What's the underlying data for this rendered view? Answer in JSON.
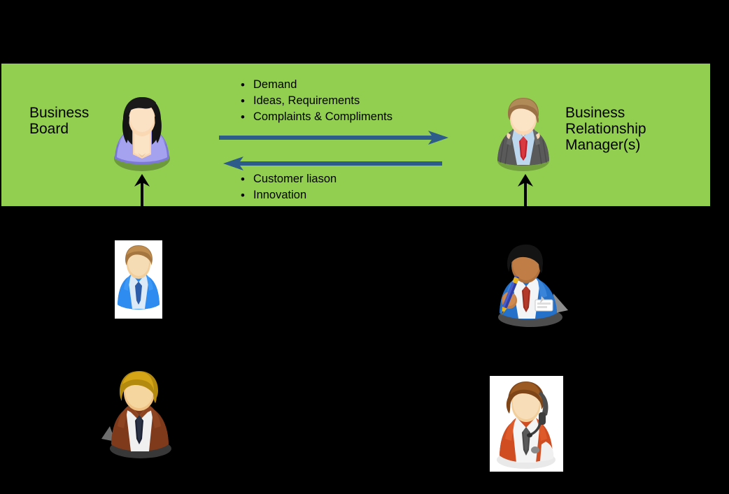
{
  "page": {
    "background_color": "#000000",
    "band_color": "#92CE4F",
    "arrow_blue_color": "#2E5C8A",
    "arrow_black_color": "#000000"
  },
  "band": {
    "left_role": {
      "label": "Business\nBoard",
      "avatar_icon": "woman-avatar-icon"
    },
    "right_role": {
      "label": "Business\nRelationship\nManager(s)",
      "avatar_icon": "businessman-avatar-icon"
    },
    "flow_forward": {
      "direction": "right",
      "icon": "arrow-right-icon",
      "items": [
        "Demand",
        "Ideas, Requirements",
        "Complaints & Compliments"
      ]
    },
    "flow_backward": {
      "direction": "left",
      "icon": "arrow-left-icon",
      "items": [
        "Customer liason",
        "Innovation"
      ]
    }
  },
  "connectors": {
    "left_connector_icon": "arrow-up-icon",
    "right_connector_icon": "arrow-up-icon"
  },
  "stakeholders": [
    {
      "name": "employee",
      "icon": "employee-blue-suit-avatar-icon",
      "framed": true
    },
    {
      "name": "consultant",
      "icon": "consultant-with-pen-avatar-icon",
      "framed": false
    },
    {
      "name": "executive",
      "icon": "executive-brown-suit-avatar-icon",
      "framed": false
    },
    {
      "name": "support-agent",
      "icon": "support-agent-headset-avatar-icon",
      "framed": true
    }
  ]
}
